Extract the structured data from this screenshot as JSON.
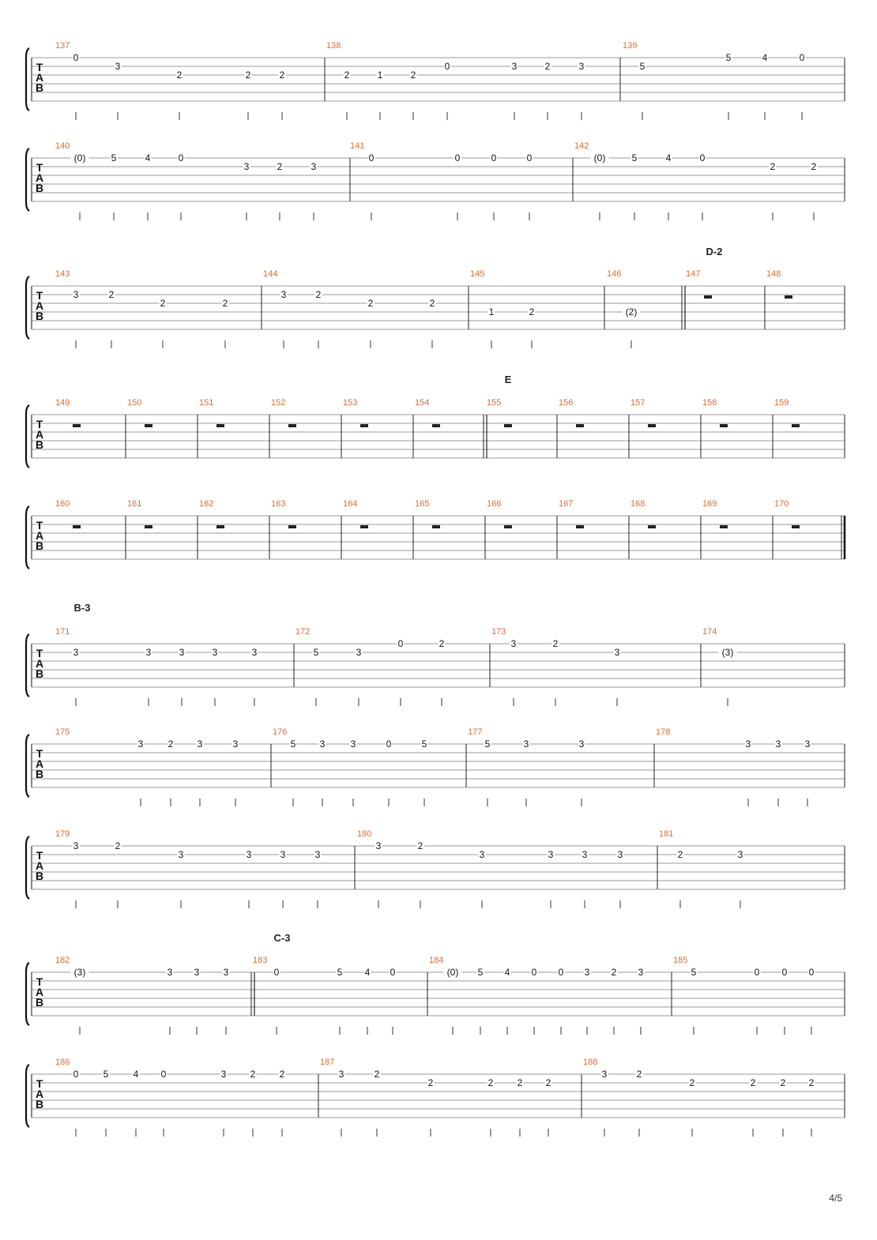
{
  "page_number": "4/5",
  "sections": [
    "D-2",
    "E",
    "B-3",
    "C-3"
  ],
  "clef_letters": [
    "T",
    "A",
    "B"
  ],
  "rows": [
    {
      "measures": [
        "137",
        "138",
        "139"
      ],
      "notes": [
        "0",
        "3",
        "2",
        "2",
        "2",
        "2",
        "1",
        "2",
        "0",
        "3",
        "2",
        "3",
        "5",
        "5",
        "4",
        "0"
      ]
    },
    {
      "measures": [
        "140",
        "141",
        "142"
      ],
      "notes": [
        "(0)",
        "5",
        "4",
        "0",
        "3",
        "2",
        "3",
        "0",
        "0",
        "0",
        "0",
        "(0)",
        "5",
        "4",
        "0",
        "2",
        "2"
      ]
    },
    {
      "measures": [
        "143",
        "144",
        "145",
        "146",
        "147",
        "148"
      ],
      "notes": [
        "3",
        "2",
        "2",
        "2",
        "3",
        "2",
        "2",
        "2",
        "1",
        "2",
        "(2)"
      ]
    },
    {
      "measures": [
        "149",
        "150",
        "151",
        "152",
        "153",
        "154",
        "155",
        "156",
        "157",
        "158",
        "159"
      ],
      "notes": []
    },
    {
      "measures": [
        "160",
        "161",
        "162",
        "163",
        "164",
        "165",
        "166",
        "167",
        "168",
        "169",
        "170"
      ],
      "notes": []
    },
    {
      "measures": [
        "171",
        "172",
        "173",
        "174"
      ],
      "notes": [
        "3",
        "3",
        "3",
        "3",
        "3",
        "5",
        "3",
        "0",
        "2",
        "3",
        "2",
        "3",
        "(3)"
      ]
    },
    {
      "measures": [
        "175",
        "176",
        "177",
        "178"
      ],
      "notes": [
        "3",
        "2",
        "3",
        "3",
        "5",
        "3",
        "3",
        "0",
        "5",
        "5",
        "3",
        "3",
        "3",
        "3",
        "3"
      ]
    },
    {
      "measures": [
        "179",
        "180",
        "181"
      ],
      "notes": [
        "3",
        "2",
        "3",
        "3",
        "3",
        "3",
        "3",
        "2",
        "3",
        "3",
        "3",
        "3",
        "2",
        "3"
      ]
    },
    {
      "measures": [
        "182",
        "183",
        "184",
        "185"
      ],
      "notes": [
        "(3)",
        "3",
        "3",
        "3",
        "0",
        "5",
        "4",
        "0",
        "(0)",
        "5",
        "4",
        "0",
        "0",
        "3",
        "2",
        "3",
        "5",
        "0",
        "0",
        "0"
      ]
    },
    {
      "measures": [
        "186",
        "187",
        "188"
      ],
      "notes": [
        "0",
        "5",
        "4",
        "0",
        "3",
        "2",
        "2",
        "3",
        "2",
        "2",
        "2",
        "2",
        "2",
        "3",
        "2",
        "2",
        "2",
        "2",
        "2"
      ]
    }
  ]
}
